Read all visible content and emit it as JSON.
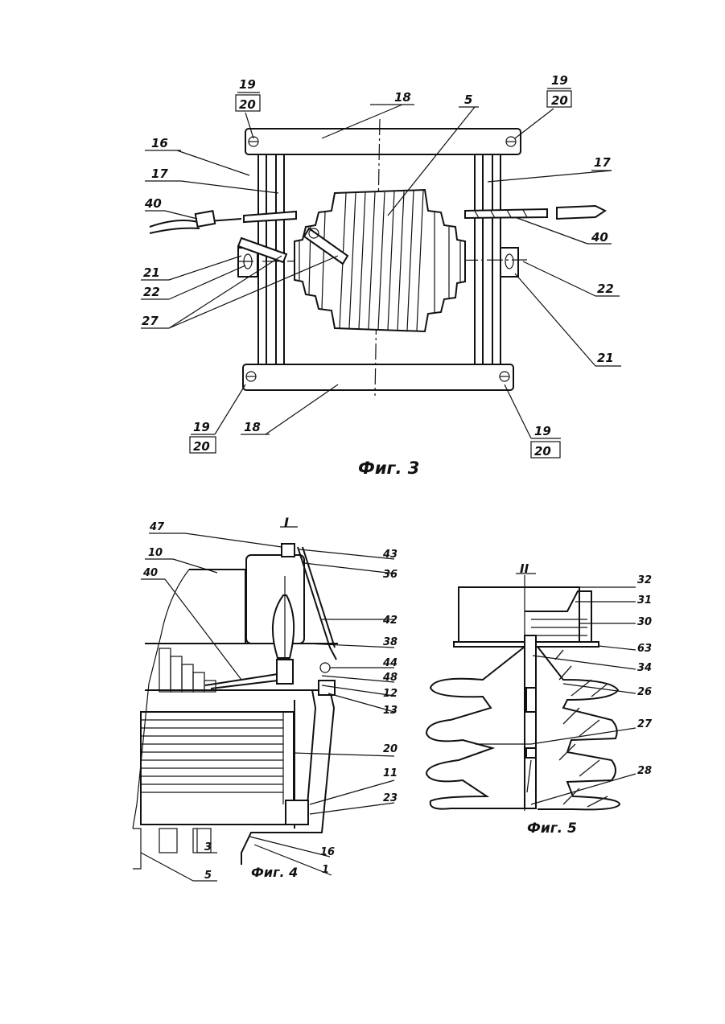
{
  "figures": {
    "fig3": {
      "caption": "Фиг. 3",
      "labels": {
        "l19_left": "19",
        "l20_left": "20",
        "l19_right": "19",
        "l20_right": "20",
        "l18_top": "18",
        "l5": "5",
        "l16": "16",
        "l17_left": "17",
        "l17_right": "17",
        "l40_left": "40",
        "l40_right": "40",
        "l21_left": "21",
        "l22_left": "22",
        "l22_right": "22",
        "l21_right": "21",
        "l27": "27",
        "l19_bl": "19",
        "l20_bl": "20",
        "l18_bottom": "18",
        "l19_br": "19",
        "l20_br": "20"
      }
    },
    "fig4": {
      "caption": "Фиг. 4",
      "section_mark": "I",
      "labels": {
        "l47": "47",
        "l10": "10",
        "l40": "40",
        "l43": "43",
        "l36": "36",
        "l42": "42",
        "l38": "38",
        "l44": "44",
        "l48": "48",
        "l12": "12",
        "l13": "13",
        "l20": "20",
        "l11": "11",
        "l23": "23",
        "l16": "16",
        "l3": "3",
        "l5": "5",
        "l1": "1"
      }
    },
    "fig5": {
      "caption": "Фиг. 5",
      "section_mark": "II",
      "labels": {
        "l32": "32",
        "l31": "31",
        "l30": "30",
        "l63": "63",
        "l34": "34",
        "l26": "26",
        "l27": "27",
        "l28": "28"
      }
    }
  }
}
